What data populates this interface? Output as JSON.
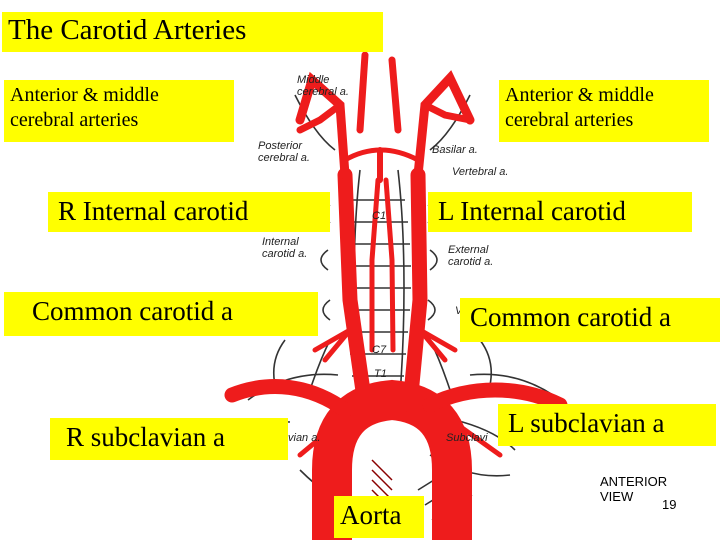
{
  "title": "The Carotid Arteries",
  "labels": {
    "anterior_middle_right": "Anterior & middle\ncerebral arteries",
    "anterior_middle_left": "Anterior & middle\ncerebral arteries",
    "r_internal_carotid": "R Internal carotid",
    "l_internal_carotid": "L Internal carotid",
    "r_common_carotid": "Common carotid a",
    "l_common_carotid": "Common carotid a",
    "r_subclavian": "R subclavian a",
    "l_subclavian": "L subclavian a",
    "aorta": "Aorta"
  },
  "drawing_labels": {
    "middle_cerebral": "Middle\ncerebral a.",
    "posterior_cerebral": "Posterior\ncerebral a.",
    "basilar": "Basilar a.",
    "vertebral": "Vertebral a.",
    "internal_carotid": "Internal\ncarotid a.",
    "external_carotid": "External\ncarotid a.",
    "c1": "C1",
    "c7": "C7",
    "t1": "T1",
    "vert_partial": "Ve",
    "subclavian_partial_left": "vian a.",
    "subclavian_partial_right": "Subclavi"
  },
  "footer": {
    "view": "ANTERIOR\nVIEW",
    "page_number": "19"
  },
  "colors": {
    "highlight": "#ffff00",
    "artery": "#ee1c1c",
    "line_art": "#333333"
  }
}
